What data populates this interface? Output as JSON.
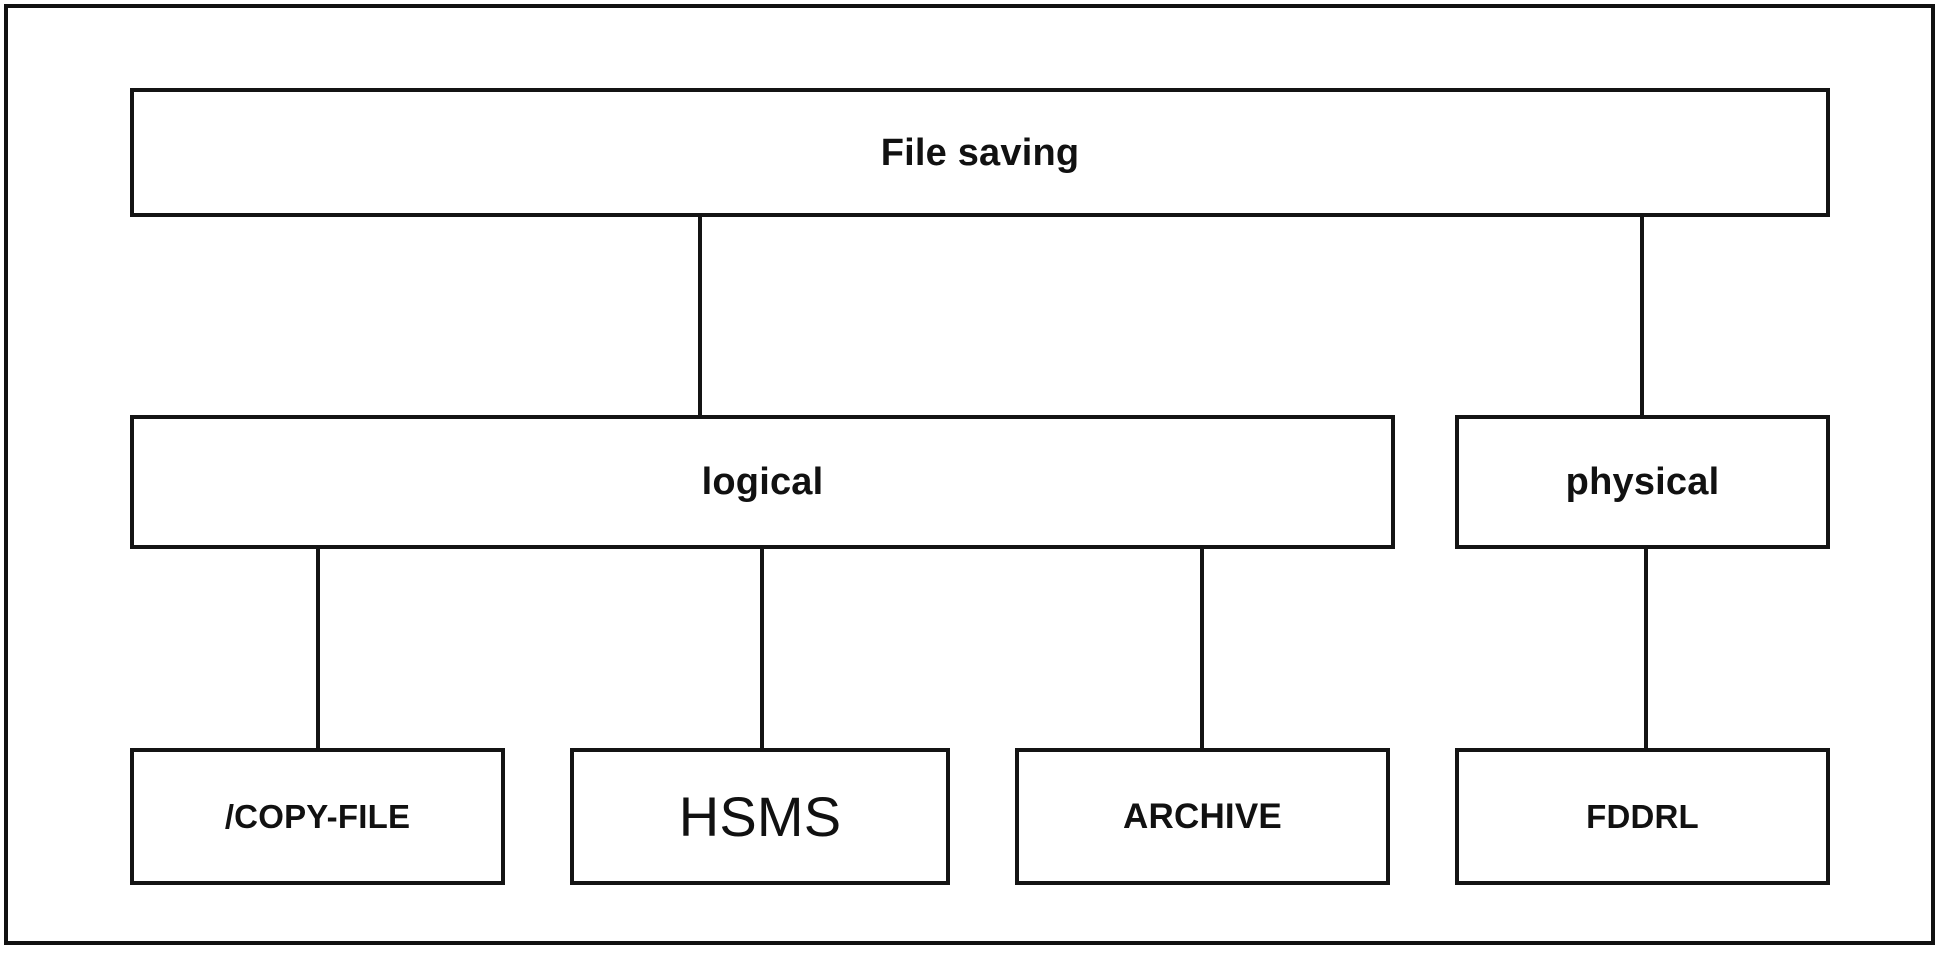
{
  "diagram": {
    "title": "File saving",
    "root": {
      "id": "file-saving",
      "label": "File saving"
    },
    "level2": [
      {
        "id": "logical",
        "label": "logical"
      },
      {
        "id": "physical",
        "label": "physical"
      }
    ],
    "level3": [
      {
        "id": "copy-file",
        "label": "/COPY-FILE",
        "parent": "logical"
      },
      {
        "id": "hsms",
        "label": "HSMS",
        "parent": "logical"
      },
      {
        "id": "archive",
        "label": "ARCHIVE",
        "parent": "logical"
      },
      {
        "id": "fddrl",
        "label": "FDDRL",
        "parent": "physical"
      }
    ],
    "colors": {
      "line": "#141414",
      "text": "#111111",
      "background": "#ffffff"
    }
  }
}
